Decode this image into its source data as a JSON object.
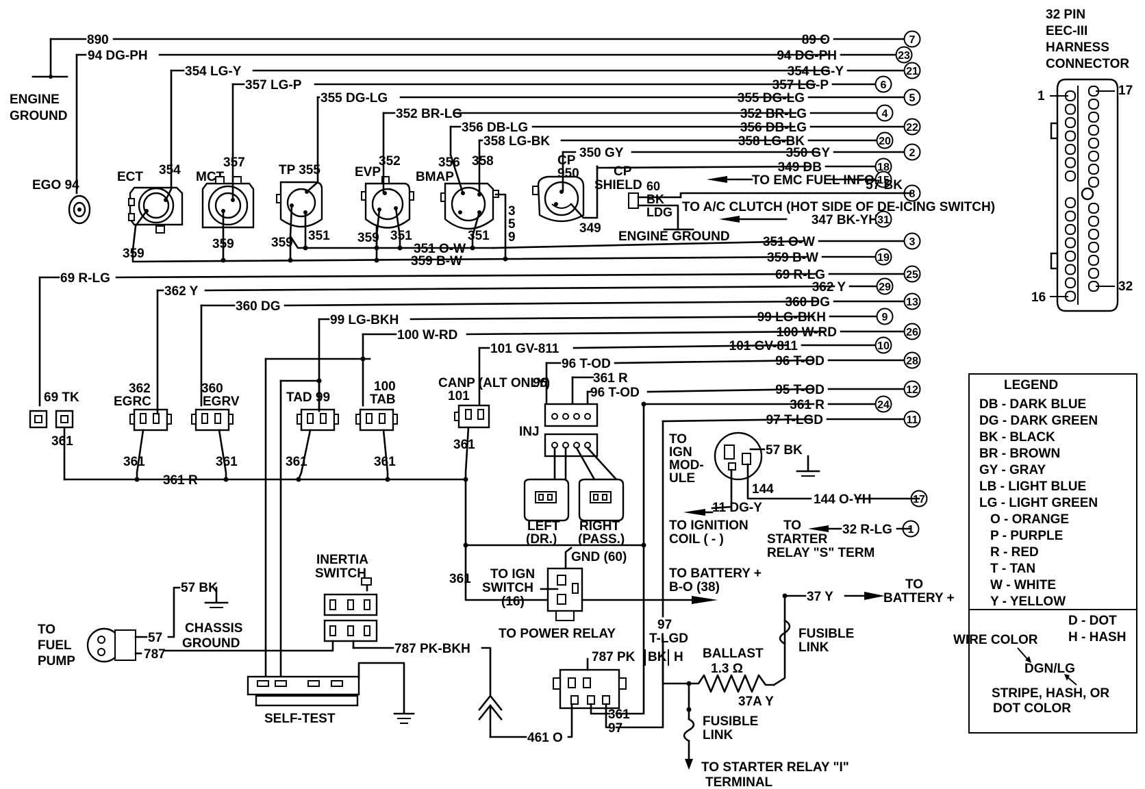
{
  "header": {
    "connector_title": [
      "32 PIN",
      "EEC-III",
      "HARNESS",
      "CONNECTOR"
    ],
    "connector_pins": {
      "p1": "1",
      "p17": "17",
      "p16": "16",
      "p32": "32"
    }
  },
  "grounds": {
    "engine_ground": [
      "ENGINE",
      "GROUND"
    ],
    "engine_ground_mid": "ENGINE GROUND",
    "chassis_ground": [
      "CHASSIS",
      "GROUND"
    ]
  },
  "left_labels": {
    "w890": "890",
    "w94": "94 DG-PH",
    "w354": "354 LG-Y",
    "w357": "357 LG-P",
    "w355": "355 DG-LG",
    "w352": "352 BR-LG",
    "w356": "356 DB-LG",
    "w358": "358 LG-BK",
    "w350": "350 GY",
    "w69": "69 R-LG",
    "w362": "362 Y",
    "w360": "360 DG",
    "w99": "99 LG-BKH",
    "w100": "100 W-RD",
    "w101": "101 GV-811",
    "w96": "96 T-OD",
    "w361r": "361 R",
    "w96b": "96 T-OD",
    "w351": "351 O-W",
    "w359": "359 B-W",
    "w361bus": "361 R"
  },
  "harness_wires": [
    {
      "label": "89 O",
      "pin": "7"
    },
    {
      "label": "94 DG-PH",
      "pin": "23"
    },
    {
      "label": "354 LG-Y",
      "pin": "21"
    },
    {
      "label": "357 LG-P",
      "pin": "6"
    },
    {
      "label": "355 DG-LG",
      "pin": "5"
    },
    {
      "label": "352 BR-LG",
      "pin": "4"
    },
    {
      "label": "356 DB-LG",
      "pin": "22"
    },
    {
      "label": "358 LG-BK",
      "pin": "20"
    },
    {
      "label": "350 GY",
      "pin": "2"
    },
    {
      "label": "349 DB",
      "pin": "18"
    },
    {
      "label": "TO EMC FUEL INFO.",
      "pin": "15"
    },
    {
      "label": "57 BK",
      "pin": "8"
    },
    {
      "label": "347 BK-YH",
      "pin": "31"
    },
    {
      "label": "351 O-W",
      "pin": "3"
    },
    {
      "label": "359 B-W",
      "pin": "19"
    },
    {
      "label": "69 R-LG",
      "pin": "25"
    },
    {
      "label": "362 Y",
      "pin": "29"
    },
    {
      "label": "360 DG",
      "pin": "13"
    },
    {
      "label": "99 LG-BKH",
      "pin": "9"
    },
    {
      "label": "100 W-RD",
      "pin": "26"
    },
    {
      "label": "101 GV-811",
      "pin": "10"
    },
    {
      "label": "96 T-OD",
      "pin": "28"
    },
    {
      "label": "95 T-OD",
      "pin": "12"
    },
    {
      "label": "361 R",
      "pin": "24"
    },
    {
      "label": "97 T-LGD",
      "pin": "11"
    },
    {
      "label": "144 O-YH",
      "pin": "17"
    },
    {
      "label": "32 R-LG",
      "pin": "1"
    }
  ],
  "sensors": {
    "ego": "EGO 94",
    "ect": "ECT",
    "ect_pin": "354",
    "ect_gnd": "359",
    "mct": "MCT",
    "mct_pin": "357",
    "mct_gnd": "359",
    "tp": "TP 355",
    "tp_gnd": "359",
    "tp_ref": "351",
    "evp": "EVP",
    "evp_pin": "352",
    "evp_gnd": "359",
    "evp_ref": "351",
    "bmap": "BMAP",
    "bmap_a": "356",
    "bmap_b": "358",
    "bmap_ref": "351",
    "bmap_359": [
      "3",
      "5",
      "9"
    ],
    "cp": "CP",
    "cp_950": "950",
    "cp_349": "349",
    "cp_shield": [
      "CP",
      "SHIELD"
    ],
    "shield_60": "60",
    "shield_bk": "BK",
    "shield_ldg": "LDG",
    "ac_clutch": "TO A/C CLUTCH (HOT SIDE OF DE-ICING SWITCH)"
  },
  "actuators": {
    "tk": "69 TK",
    "tk_361": "361",
    "egrc": [
      "362",
      "EGRC"
    ],
    "egrc_361": "361",
    "egrv": [
      "360",
      "EGRV"
    ],
    "egrv_361": "361",
    "tad": "TAD 99",
    "tad_361": "361",
    "tab": [
      "100",
      "TAB"
    ],
    "tab_361": "361",
    "canp": [
      "CANP (ALT ONLY)",
      "101"
    ],
    "canp_361": "361",
    "inj": "INJ",
    "inj_96": "96",
    "left": [
      "LEFT",
      "(DR.)"
    ],
    "right": [
      "RIGHT",
      "(PASS.)"
    ]
  },
  "lower": {
    "ign_module": [
      "TO",
      "IGN",
      "MOD-",
      "ULE"
    ],
    "m57": "57 BK",
    "m144": "144",
    "m11": "11 DG-Y",
    "ign_coil": [
      "TO IGNITION",
      "COIL ( - )"
    ],
    "starter_s": [
      "TO",
      "STARTER",
      "RELAY \"S\" TERM"
    ],
    "gnd60": "GND (60)",
    "to_ign_switch": [
      "TO IGN",
      "SWITCH"
    ],
    "sw16": "(16)",
    "sw361": "361",
    "to_power_relay": "TO POWER RELAY",
    "to_batt_bo": [
      "TO BATTERY +",
      "B-O (38)"
    ],
    "w37y": "37 Y",
    "to_batt": [
      "TO",
      "BATTERY +"
    ],
    "fusible1": [
      "FUSIBLE",
      "LINK"
    ],
    "ballast": [
      "BALLAST",
      "1.3 Ω"
    ],
    "w37a": "37A Y",
    "fusible2": [
      "FUSIBLE",
      "LINK"
    ],
    "starter_i": [
      "TO STARTER RELAY \"I\"",
      "TERMINAL"
    ],
    "t97": [
      "97",
      "T-LGD"
    ],
    "relay_labels": [
      "787 PK",
      "BK",
      "H"
    ],
    "relay_361": "361",
    "relay_97": "97",
    "w461": "461 O",
    "inertia": [
      "INERTIA",
      "SWITCH"
    ],
    "fuel_pump": [
      "TO",
      "FUEL",
      "PUMP"
    ],
    "fp57": "57",
    "fp787": "787",
    "fp57bk": "57 BK",
    "w787pk": "787 PK-BKH",
    "self_test": "SELF-TEST"
  },
  "legend": {
    "title": "LEGEND",
    "items": [
      "DB - DARK BLUE",
      "DG - DARK GREEN",
      "BK - BLACK",
      "BR - BROWN",
      "GY - GRAY",
      "LB - LIGHT BLUE",
      "LG - LIGHT GREEN",
      "O - ORANGE",
      "P - PURPLE",
      "R - RED",
      "T - TAN",
      "W - WHITE",
      "Y - YELLOW"
    ],
    "dot": "D - DOT",
    "hash": "H - HASH",
    "wire_color": "WIRE COLOR",
    "example": "DGN/LG",
    "stripe": [
      "STRIPE, HASH, OR",
      "DOT COLOR"
    ]
  }
}
